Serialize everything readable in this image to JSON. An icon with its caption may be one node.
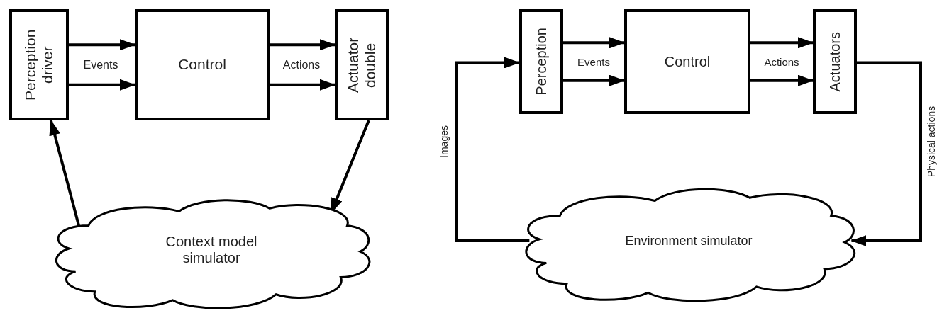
{
  "diagram": {
    "nodes": [
      {
        "text": [
          "Perception driver"
        ]
      },
      {
        "text": [
          "Control"
        ]
      },
      {
        "text": [
          "Actuator double"
        ]
      },
      {
        "text": [
          "Context model simulator"
        ]
      },
      {
        "text": [
          "Perception"
        ]
      },
      {
        "text": [
          "Control"
        ]
      },
      {
        "text": [
          "Actuators"
        ]
      },
      {
        "text": [
          "Environment simulator"
        ]
      }
    ],
    "edges": [
      {
        "from": 0,
        "to": 1,
        "arrow": "to",
        "label": "Events"
      },
      {
        "from": 0,
        "to": 1,
        "arrow": "to"
      },
      {
        "from": 1,
        "to": 2,
        "arrow": "to",
        "label": "Actions"
      },
      {
        "from": 1,
        "to": 2,
        "arrow": "to"
      },
      {
        "from": 3,
        "to": 0,
        "arrow": "to"
      },
      {
        "from": 2,
        "to": 3,
        "arrow": "to"
      },
      {
        "from": 4,
        "to": 5,
        "arrow": "to",
        "label": "Events"
      },
      {
        "from": 4,
        "to": 5,
        "arrow": "to"
      },
      {
        "from": 5,
        "to": 6,
        "arrow": "to",
        "label": "Actions"
      },
      {
        "from": 5,
        "to": 6,
        "arrow": "to"
      },
      {
        "from": 7,
        "to": 4,
        "arrow": "to",
        "label": "Images"
      },
      {
        "from": 6,
        "to": 7,
        "arrow": "to",
        "label": "Physical actions"
      }
    ]
  }
}
